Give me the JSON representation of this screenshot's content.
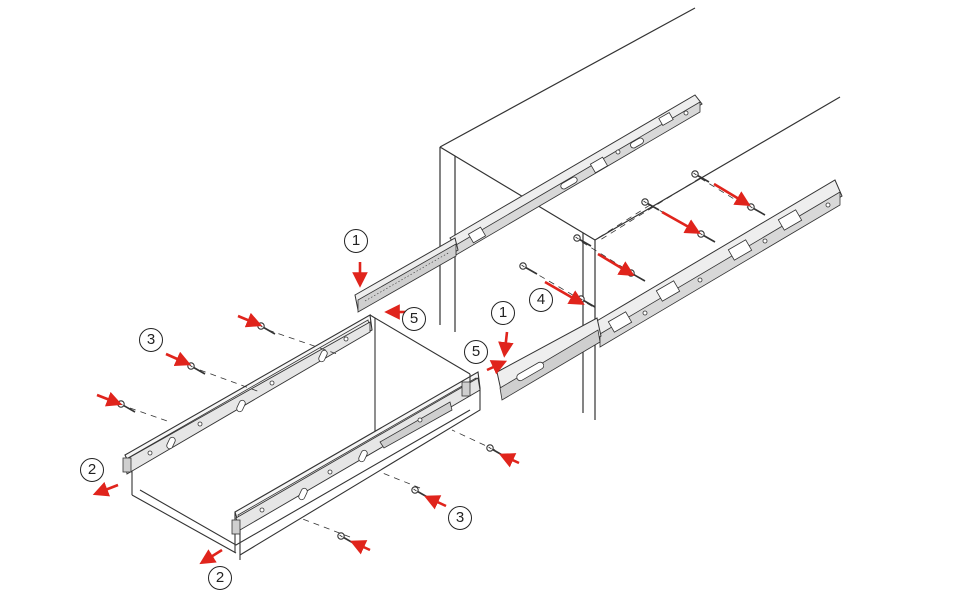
{
  "colors": {
    "line": "#333333",
    "rail_fill": "#eeeeee",
    "rail_dark": "#cfcfcf",
    "arrow": "#e0241c",
    "background": "#ffffff"
  },
  "step_labels": {
    "s1a": "1",
    "s1b": "1",
    "s2a": "2",
    "s2b": "2",
    "s3a": "3",
    "s3b": "3",
    "s4": "4",
    "s5a": "5",
    "s5b": "5"
  }
}
